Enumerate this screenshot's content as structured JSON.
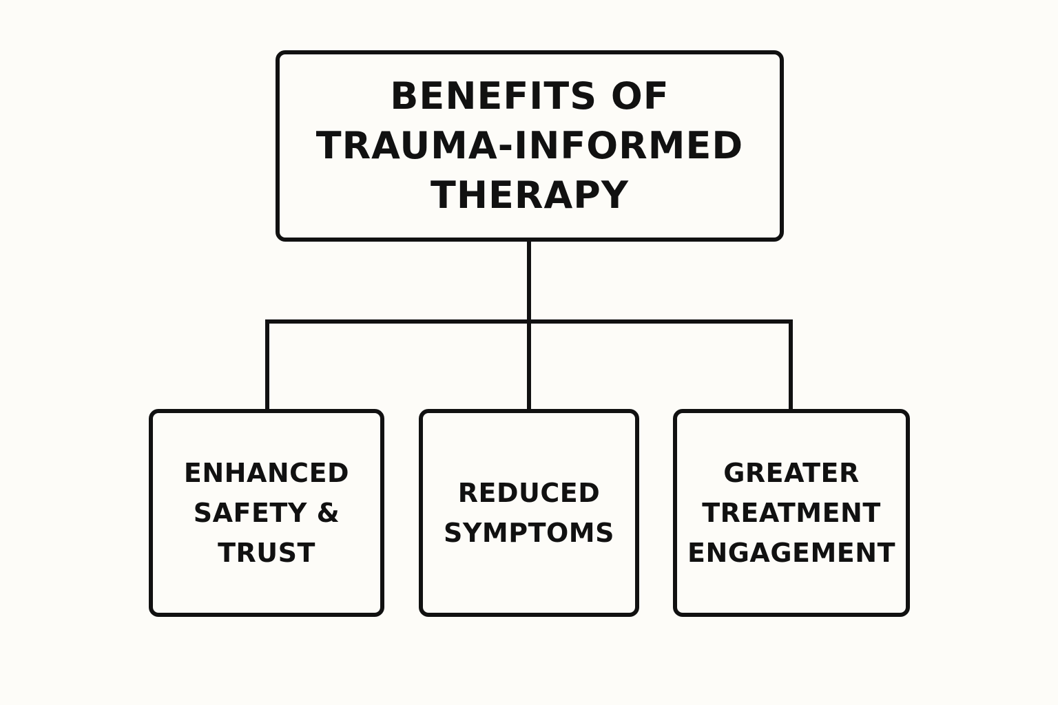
{
  "diagram": {
    "root": {
      "lines": [
        "BENEFITS OF",
        "TRAUMA-INFORMED",
        "THERAPY"
      ]
    },
    "children": [
      {
        "lines": [
          "ENHANCED",
          "SAFETY &",
          "TRUST"
        ]
      },
      {
        "lines": [
          "REDUCED",
          "SYMPTOMS"
        ]
      },
      {
        "lines": [
          "GREATER",
          "TREATMENT",
          "ENGAGEMENT"
        ]
      }
    ]
  },
  "colors": {
    "background": "#fdfcf8",
    "stroke": "#111111",
    "text": "#111111"
  }
}
